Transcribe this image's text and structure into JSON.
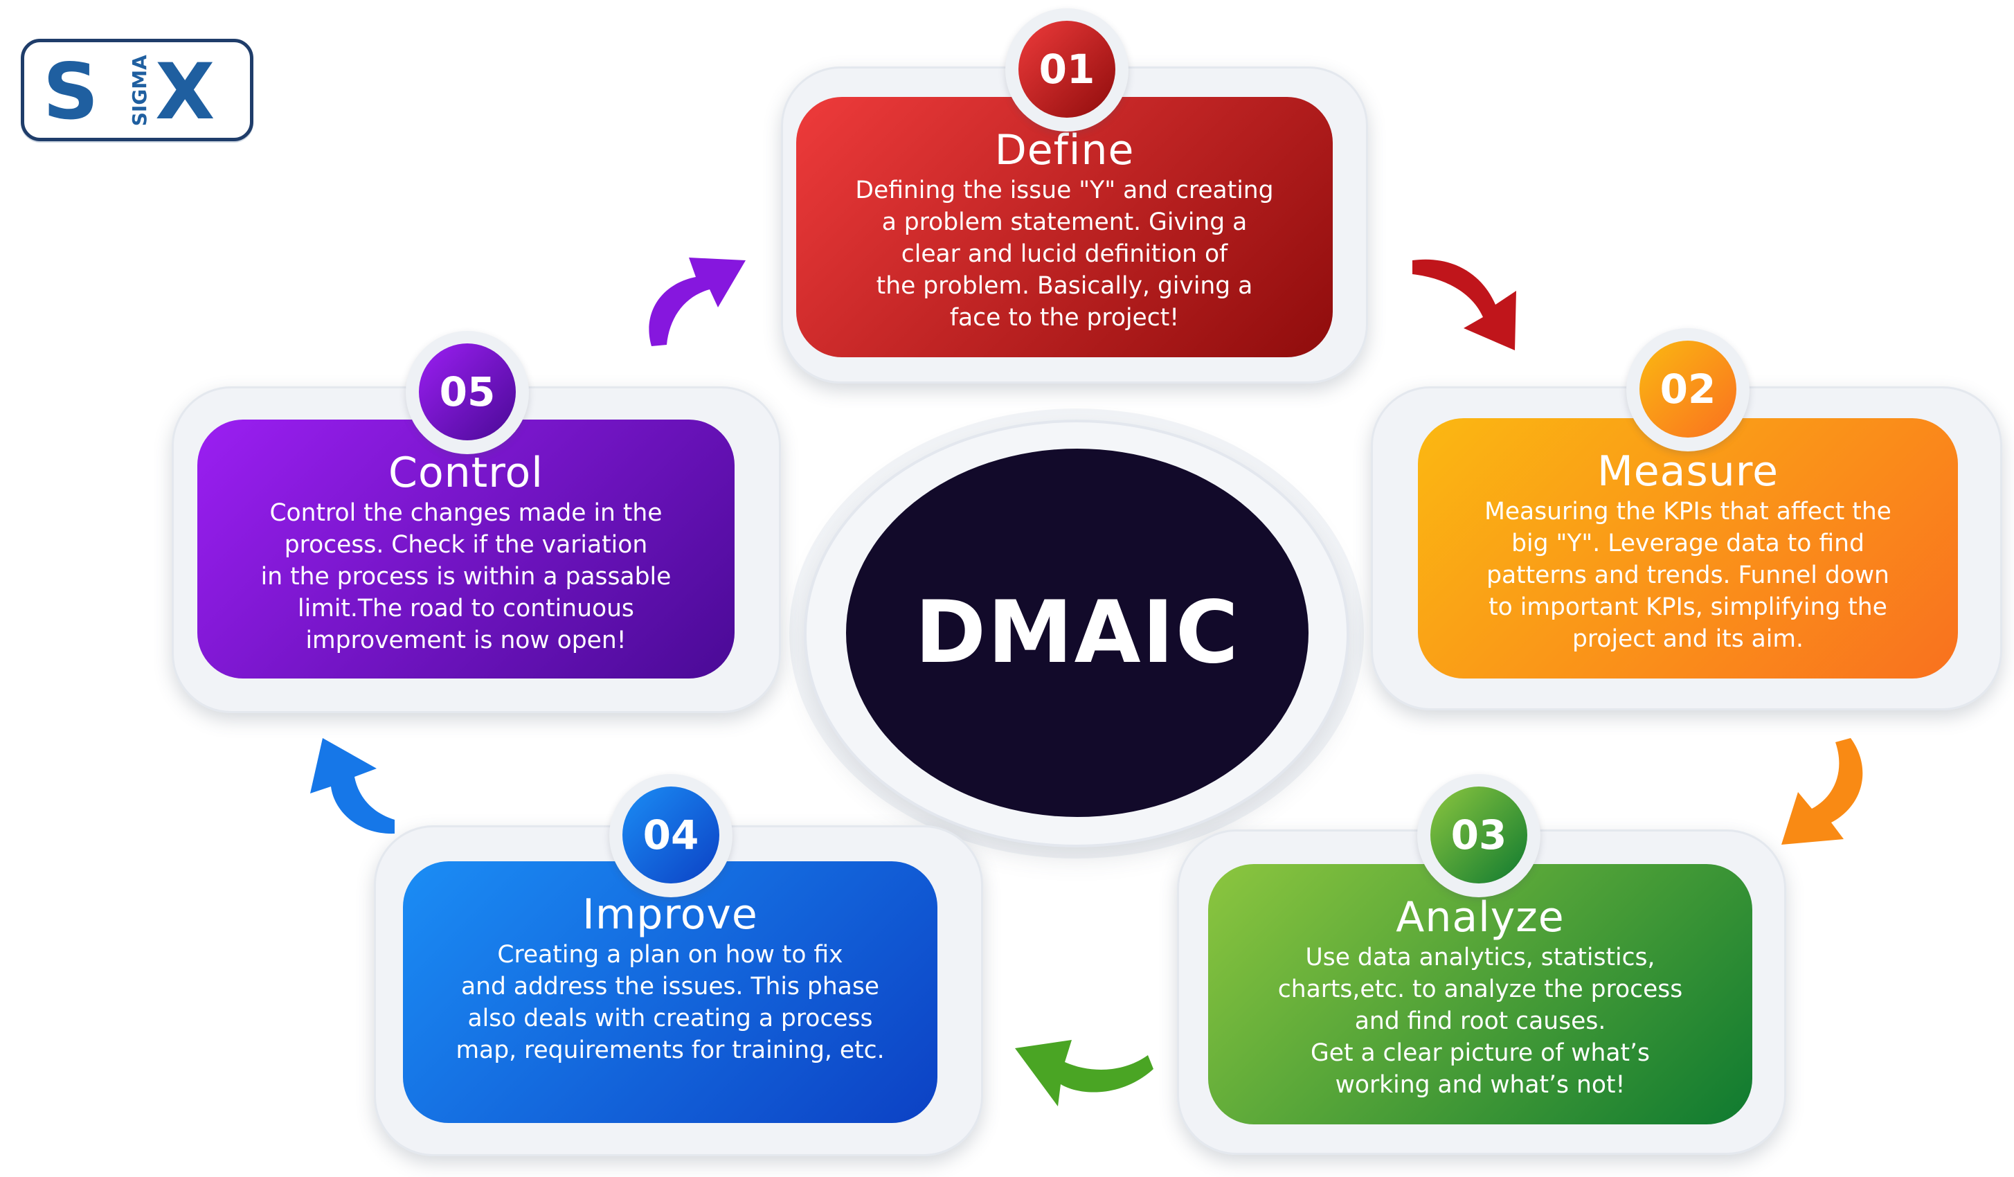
{
  "logo": {
    "letters_main": "S",
    "letters_vertical": "SIGMA",
    "letters_end": "X",
    "color": "#1f5fa0"
  },
  "center": {
    "title": "DMAIC",
    "color": "#120a2a"
  },
  "steps": [
    {
      "number": "01",
      "title": "Define",
      "text": "Defining the issue \"Y\" and creating\na problem statement. Giving a\nclear and lucid definition of\nthe problem. Basically, giving a\nface to the project!",
      "color_start": "#ee3b3b",
      "color_end": "#8f0c0c"
    },
    {
      "number": "02",
      "title": "Measure",
      "text": "Measuring the KPIs that affect the\nbig \"Y\". Leverage data to find\npatterns and trends. Funnel down\nto important KPIs, simplifying the\nproject and its aim.",
      "color_start": "#fbb812",
      "color_end": "#f9711f"
    },
    {
      "number": "03",
      "title": "Analyze",
      "text": "Use data analytics, statistics,\ncharts,etc. to analyze the process\nand find root causes.\nGet a clear picture of what’s\nworking and what’s not!",
      "color_start": "#8cc63f",
      "color_end": "#0f7a30"
    },
    {
      "number": "04",
      "title": "Improve",
      "text": "Creating a plan on how to fix\nand address the issues. This phase\nalso deals with creating a process\nmap, requirements for training, etc.",
      "color_start": "#1b8df5",
      "color_end": "#0c41c4"
    },
    {
      "number": "05",
      "title": "Control",
      "text": "Control the changes made in the\nprocess. Check if the variation\nin the process is within a passable\nlimit.The road to continuous\nimprovement is now open!",
      "color_start": "#9b1ff2",
      "color_end": "#4a0a96"
    }
  ],
  "arrows": [
    {
      "name": "arrow-define-to-measure",
      "color": "#c0151b"
    },
    {
      "name": "arrow-measure-to-analyze",
      "color": "#f98a14"
    },
    {
      "name": "arrow-analyze-to-improve",
      "color": "#4aa524"
    },
    {
      "name": "arrow-improve-to-control",
      "color": "#1677e8"
    },
    {
      "name": "arrow-control-to-define",
      "color": "#8617de"
    }
  ]
}
